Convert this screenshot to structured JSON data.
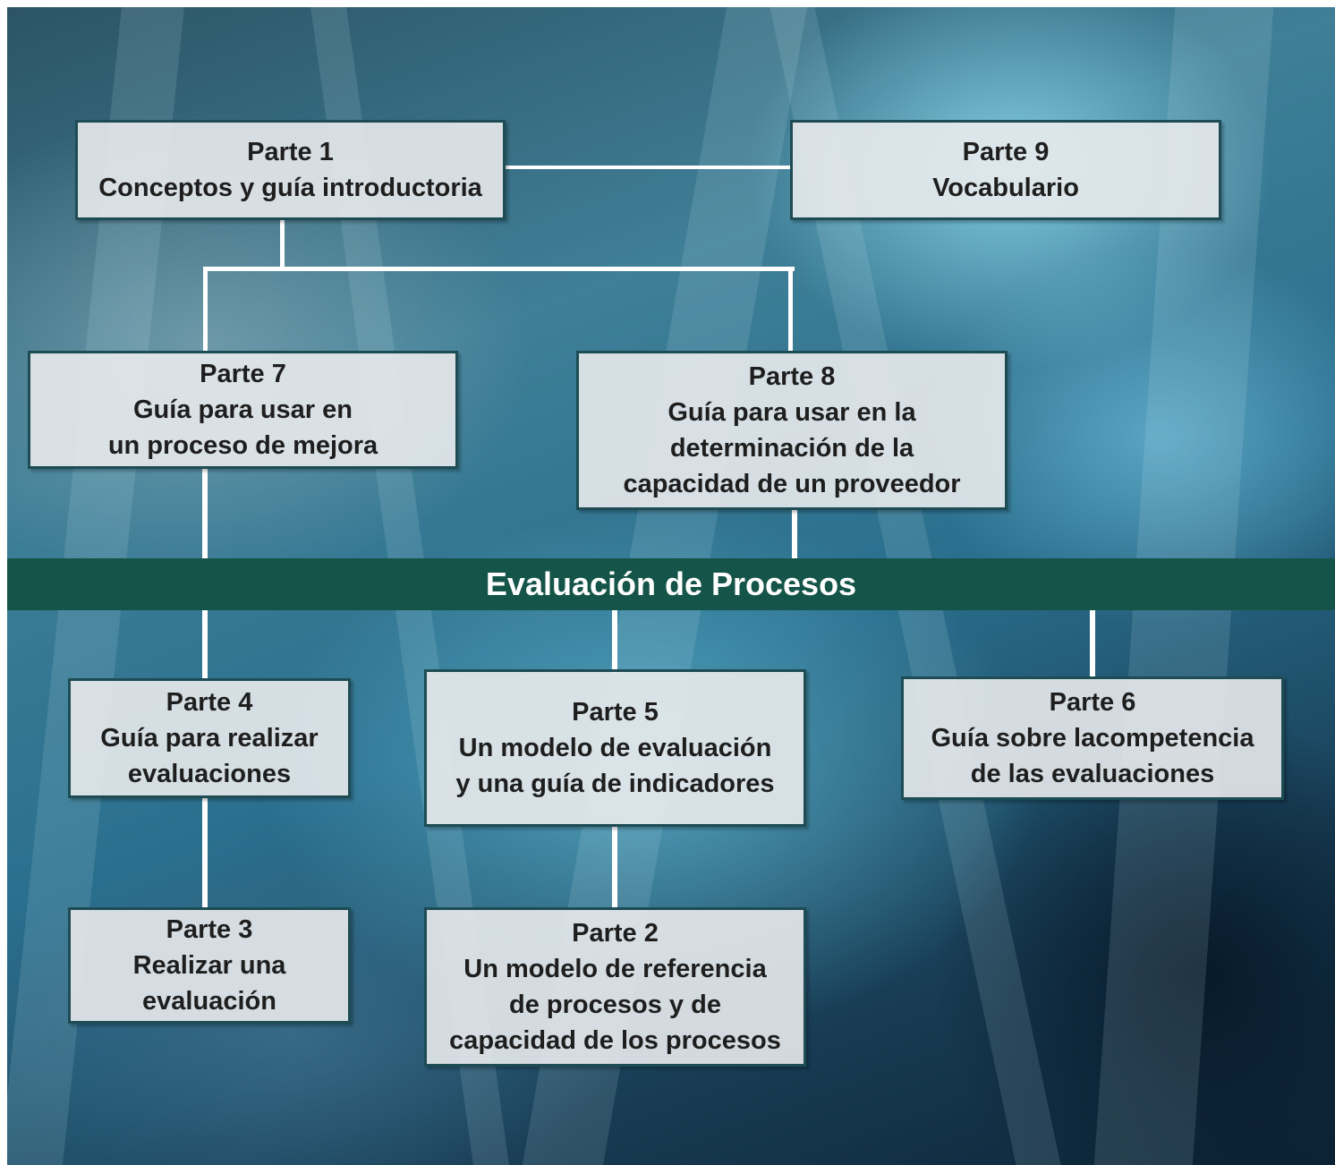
{
  "banner": "Evaluación de Procesos",
  "boxes": {
    "p1": {
      "title": "Parte 1",
      "lines": [
        "Conceptos y guía introductoria"
      ]
    },
    "p9": {
      "title": "Parte 9",
      "lines": [
        "Vocabulario"
      ]
    },
    "p7": {
      "title": "Parte 7",
      "lines": [
        "Guía para usar en",
        "un proceso de mejora"
      ]
    },
    "p8": {
      "title": "Parte 8",
      "lines": [
        "Guía para usar en la",
        "determinación de la",
        "capacidad de un proveedor"
      ]
    },
    "p4": {
      "title": "Parte 4",
      "lines": [
        "Guía para realizar",
        "evaluaciones"
      ]
    },
    "p5": {
      "title": "Parte 5",
      "lines": [
        "Un modelo de evaluación",
        "y una guía de indicadores"
      ]
    },
    "p6": {
      "title": "Parte 6",
      "lines": [
        "Guía sobre lacompetencia",
        "de las evaluaciones"
      ]
    },
    "p3": {
      "title": "Parte 3",
      "lines": [
        "Realizar una",
        "evaluación"
      ]
    },
    "p2": {
      "title": "Parte 2",
      "lines": [
        "Un modelo de referencia",
        "de procesos y de",
        "capacidad de los procesos"
      ]
    }
  },
  "colors": {
    "banner": "#155448",
    "box_fill": "#e8eaec",
    "box_border": "#1d4c54",
    "connector": "#ffffff"
  }
}
